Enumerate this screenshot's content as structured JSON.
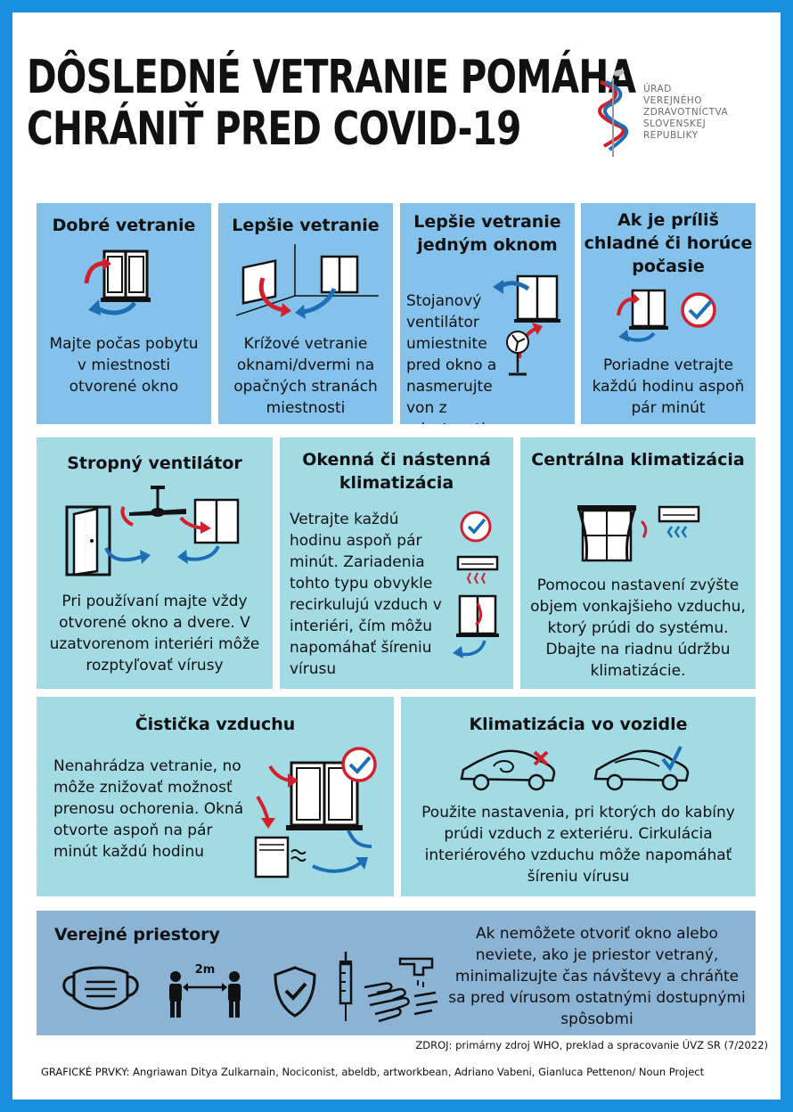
{
  "title": {
    "line1": "DÔSLEDNÉ VETRANIE POMÁHA",
    "line2": "CHRÁNIŤ PRED COVID-19"
  },
  "logo": {
    "line1": "ÚRAD",
    "line2": "VEREJNÉHO",
    "line3": "ZDRAVOTNÍCTVA",
    "line4": "SLOVENSKEJ",
    "line5": "REPUBLIKY"
  },
  "cards": {
    "good_ventilation": {
      "heading": "Dobré vetranie",
      "text": "Majte počas pobytu v miestnosti otvorené okno"
    },
    "better_ventilation": {
      "heading": "Lepšie vetranie",
      "text": "Krížové vetranie oknami/dvermi na opačných stranách miestnosti"
    },
    "one_window": {
      "heading": "Lepšie vetranie jedným oknom",
      "text": "Stojanový ventilátor umiestnite pred okno a nasmerujte von z miestnosti"
    },
    "extreme_weather": {
      "heading": "Ak je príliš chladné či horúce počasie",
      "text": "Poriadne vetrajte každú hodinu aspoň pár minút"
    },
    "ceiling_fan": {
      "heading": "Stropný ventilátor",
      "text": "Pri používaní majte vždy otvorené okno a dvere. V uzatvorenom interiéri môže rozptyľovať vírusy"
    },
    "window_ac": {
      "heading": "Okenná či nástenná klimatizácia",
      "text": "Vetrajte každú hodinu aspoň pár minút. Zariadenia tohto typu obvykle recirkulujú vzduch v interiéri, čím môžu napomáhať šíreniu vírusu"
    },
    "central_ac": {
      "heading": "Centrálna klimatizácia",
      "text": "Pomocou nastavení zvýšte objem vonkajšieho vzduchu, ktorý prúdi do systému. Dbajte na riadnu údržbu klimatizácie."
    },
    "air_purifier": {
      "heading": "Čistička vzduchu",
      "text": "Nenahrádza vetranie, no môže znižovať možnosť prenosu ochorenia. Okná otvorte aspoň na pár minút každú hodinu"
    },
    "car_ac": {
      "heading": "Klimatizácia vo vozidle",
      "text": "Použite nastavenia, pri ktorých do kabíny prúdi vzduch z exteriéru. Cirkulácia interiérového vzduchu môže napomáhať šíreniu vírusu"
    },
    "public_spaces": {
      "heading": "Verejné priestory",
      "distance": "2m",
      "text": "Ak nemôžete otvoriť okno alebo neviete, ako je priestor vetraný, minimalizujte čas návštevy a chráňte sa pred vírusom ostatnými dostupnými spôsobmi"
    }
  },
  "footer": {
    "source": "ZDROJ: primárny zdroj WHO, preklad a spracovanie ÚVZ SR (7/2022)",
    "credits": "GRAFICKÉ PRVKY: Angriawan Ditya Zulkarnain, Nociconist, abeldb, artworkbean, Adriano Vabeni, Gianluca Pettenon/ Noun Project"
  },
  "colors": {
    "frame": "#1a8fe0",
    "card_blue": "#84c2ec",
    "card_teal": "#a3dbe4",
    "card_steel": "#8bb4d4",
    "arrow_red": "#d21f2b",
    "arrow_blue": "#1d6fb5"
  },
  "icons": [
    "window-icon",
    "fan-icon",
    "clock-check-icon",
    "door-icon",
    "ceiling-fan-icon",
    "ac-unit-icon",
    "curtain-window-icon",
    "check-icon",
    "purifier-icon",
    "car-icon",
    "cross-icon",
    "mask-icon",
    "people-distance-icon",
    "shield-check-icon",
    "syringe-icon",
    "handwash-icon"
  ]
}
